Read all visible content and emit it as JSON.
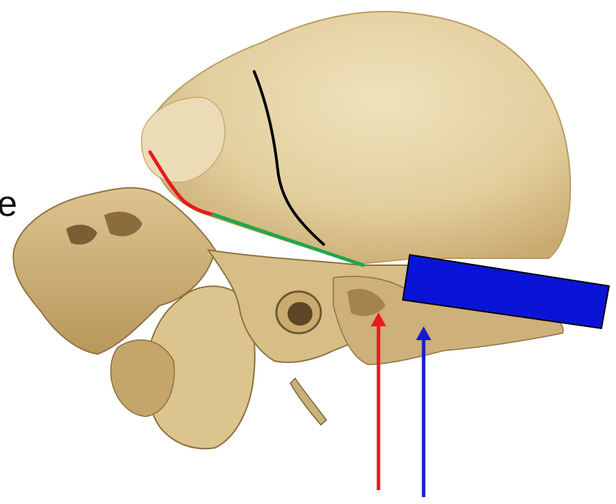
{
  "figure": {
    "edge_text": "e",
    "palette": {
      "bone_light": "#ead9b0",
      "bone_mid": "#d8c08c",
      "bone_shadow": "#a98b52",
      "bone_dark": "#6e5630",
      "line_black": "#000000",
      "line_red": "#e8191f",
      "line_green": "#1fa84a",
      "marker_blue": "#0a14d6",
      "arrow_red": "#e8191f",
      "arrow_blue": "#1a1ad0"
    },
    "annotations": [
      {
        "id": "black-curve",
        "color": "black"
      },
      {
        "id": "red-curve",
        "color": "red"
      },
      {
        "id": "green-line",
        "color": "green"
      },
      {
        "id": "blue-bar",
        "color": "blue"
      },
      {
        "id": "red-arrow",
        "color": "red"
      },
      {
        "id": "blue-arrow",
        "color": "blue"
      }
    ]
  }
}
